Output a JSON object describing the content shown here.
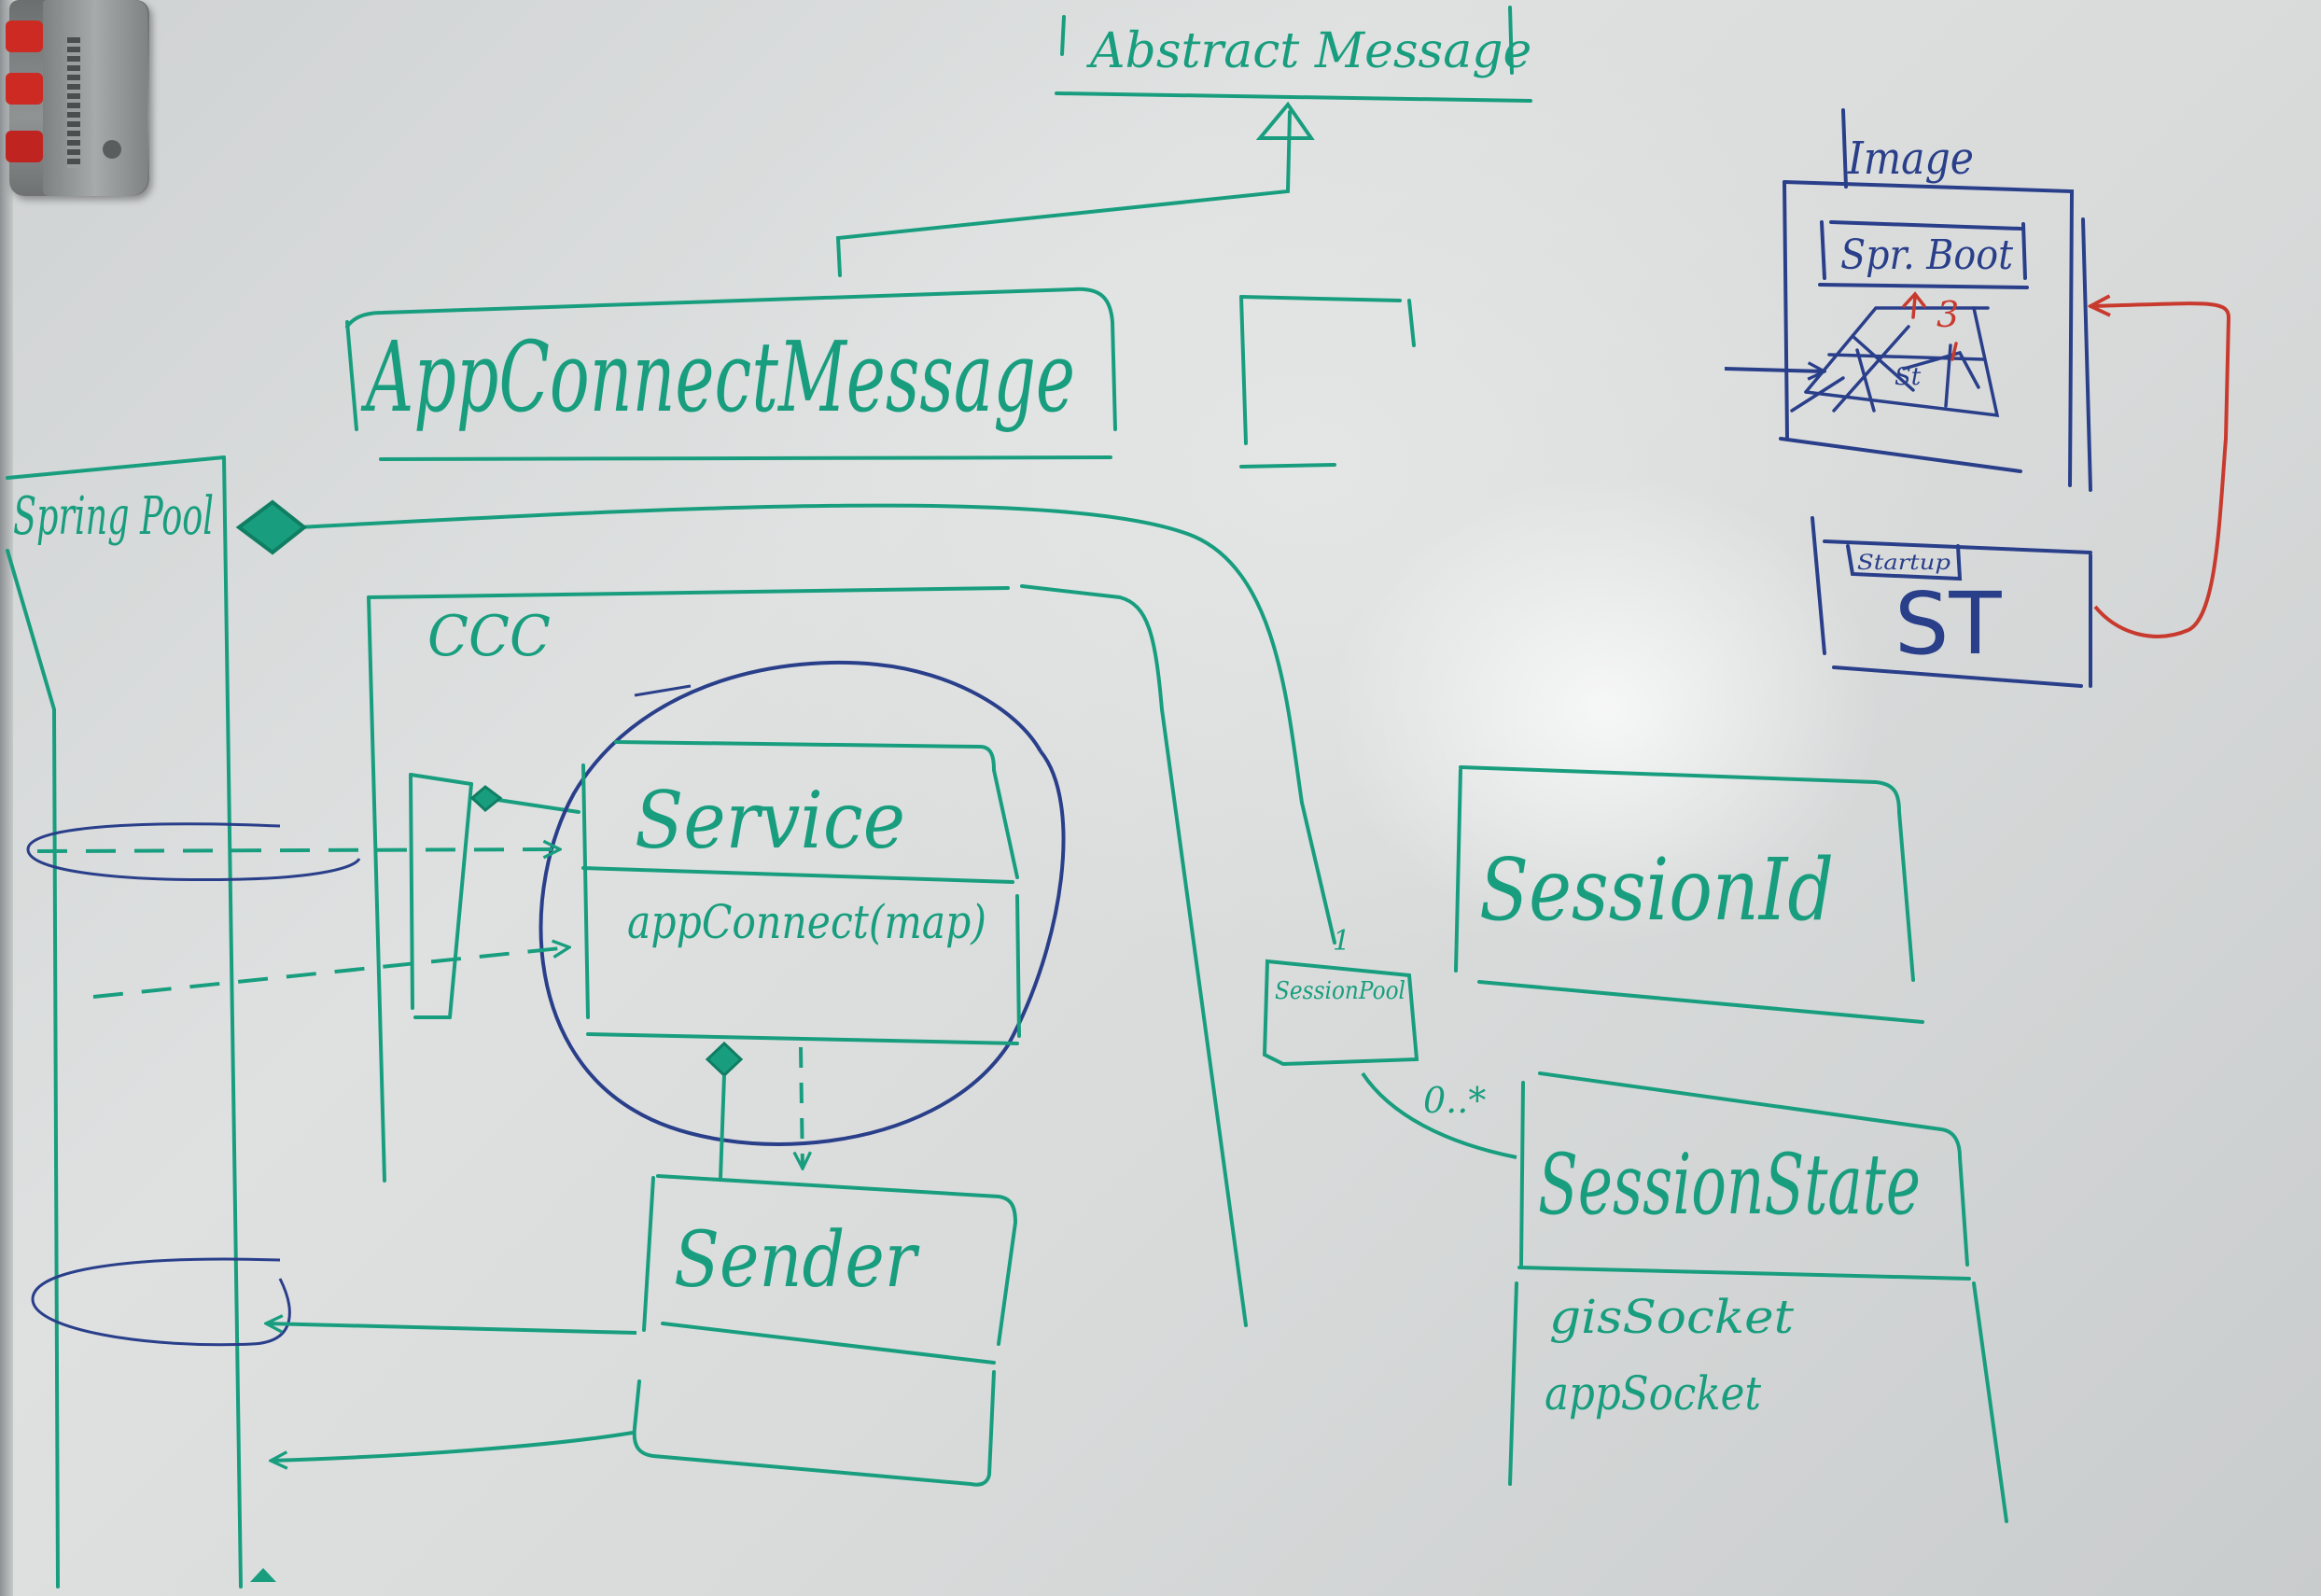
{
  "colors": {
    "green": "#189e7e",
    "green_dark": "#0f7e63",
    "blue": "#2a3f8a",
    "blue_light": "#4259a8",
    "red": "#c83a2e"
  },
  "labels": {
    "abstract_message": "Abstract Message",
    "app_connect_message": "AppConnectMessage",
    "spring_pool": "Spring Pool",
    "ccc": "CCC",
    "service": "Service",
    "app_connect_method": "appConnect(map)",
    "sender": "Sender",
    "session_id": "SessionId",
    "session_pool": "SessionPool",
    "session_state": "SessionState",
    "gis_socket": "gisSocket",
    "app_socket": "appSocket",
    "multiplicity_one": "1",
    "multiplicity_many": "0..*",
    "image": "Image",
    "spring_boot": "Spr. Boot",
    "stack_code": "3",
    "inner_layer": "St",
    "startup_label": "Startup",
    "st": "ST"
  },
  "icons": {
    "eraser": "whiteboard-eraser-icon"
  }
}
